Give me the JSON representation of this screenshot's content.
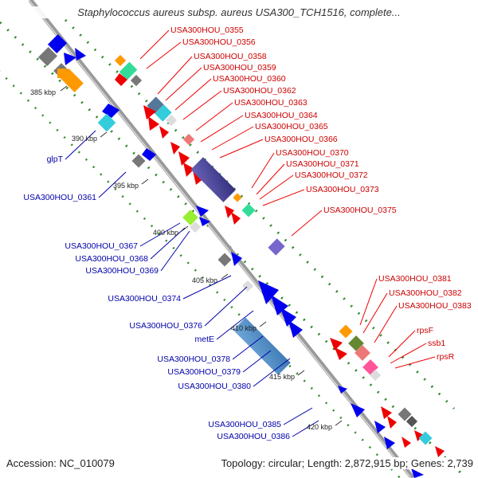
{
  "title": "Staphylococcus aureus subsp. aureus USA300_TCH1516, complete...",
  "footer": {
    "accession": "Accession: NC_010079",
    "topology": "Topology: circular; Length: 2,872,915 bp; Genes: 2,739"
  },
  "ticks": [
    "385 kbp",
    "390 kbp",
    "395 kbp",
    "400 kbp",
    "405 kbp",
    "410 kbp",
    "415 kbp",
    "420 kbp"
  ],
  "red_labels": [
    "USA300HOU_0355",
    "USA300HOU_0356",
    "USA300HOU_0358",
    "USA300HOU_0359",
    "USA300HOU_0360",
    "USA300HOU_0362",
    "USA300HOU_0363",
    "USA300HOU_0364",
    "USA300HOU_0365",
    "USA300HOU_0366",
    "USA300HOU_0370",
    "USA300HOU_0371",
    "USA300HOU_0372",
    "USA300HOU_0373",
    "USA300HOU_0375",
    "USA300HOU_0381",
    "USA300HOU_0382",
    "USA300HOU_0383",
    "rpsF",
    "ssb1",
    "rpsR"
  ],
  "blue_labels": [
    "glpT",
    "USA300HOU_0361",
    "USA300HOU_0367",
    "USA300HOU_0368",
    "USA300HOU_0369",
    "USA300HOU_0374",
    "USA300HOU_0376",
    "metE",
    "USA300HOU_0378",
    "USA300HOU_0379",
    "USA300HOU_0380",
    "USA300HOU_0385",
    "USA300HOU_0386"
  ],
  "colors": {
    "forward": "#0000ee",
    "reverse": "#ee0000",
    "backbone": "#999999",
    "gc_dots": "#2a8a2a",
    "label_red": "#cc0000",
    "label_blue": "#0000aa"
  }
}
